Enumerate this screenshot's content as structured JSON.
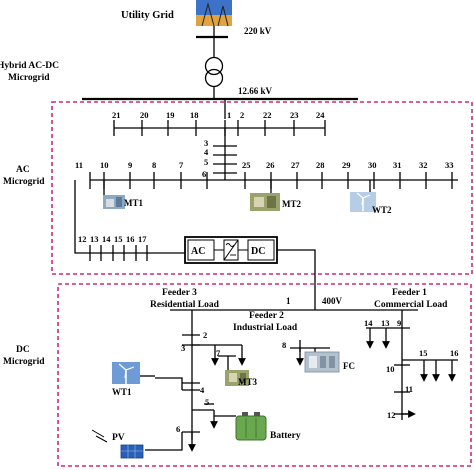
{
  "grid": {
    "label": "Utility Grid",
    "voltage_hv": "220 kV",
    "voltage_lv": "12.66 kV"
  },
  "hybrid_label": [
    "Hybrid AC-DC",
    "Microgrid"
  ],
  "ac_label": [
    "AC",
    "Microgrid"
  ],
  "dc_label": [
    "DC",
    "Microgrid"
  ],
  "ac_buses": {
    "top_left": [
      "21",
      "20",
      "19",
      "18"
    ],
    "top_mid": [
      "1",
      "2"
    ],
    "top_right": [
      "22",
      "23",
      "24"
    ],
    "vertical": [
      "3",
      "4",
      "5",
      "6"
    ],
    "main_left": [
      "11",
      "10",
      "9",
      "8",
      "7"
    ],
    "main_right": [
      "25",
      "26",
      "27",
      "28",
      "29",
      "30",
      "31",
      "32",
      "33"
    ],
    "lower": [
      "12",
      "13",
      "14",
      "15",
      "16",
      "17"
    ]
  },
  "ac_units": {
    "mt1": "MT1",
    "mt2": "MT2",
    "wt2": "WT2"
  },
  "converter": {
    "ac": "AC",
    "dc": "DC"
  },
  "dc": {
    "feeder3": [
      "Feeder 3",
      "Residential Load"
    ],
    "feeder2": [
      "Feeder 2",
      "Industrial Load"
    ],
    "feeder1": [
      "Feeder 1",
      "Commercial Load"
    ],
    "bus1": "1",
    "voltage": "400V",
    "buses": {
      "b2": "2",
      "b3": "3",
      "b4": "4",
      "b5": "5",
      "b6": "6",
      "b7": "7",
      "b8": "8",
      "b9": "9",
      "b10": "10",
      "b11": "11",
      "b12": "12",
      "b13": "13",
      "b14": "14",
      "b15": "15",
      "b16": "16"
    },
    "units": {
      "wt1": "WT1",
      "mt3": "MT3",
      "pv": "PV",
      "fc": "FC",
      "battery": "Battery"
    }
  },
  "colors": {
    "frame": "#cc2a7a",
    "battery": "#6aa84f",
    "sky": "#4a7fd0"
  }
}
